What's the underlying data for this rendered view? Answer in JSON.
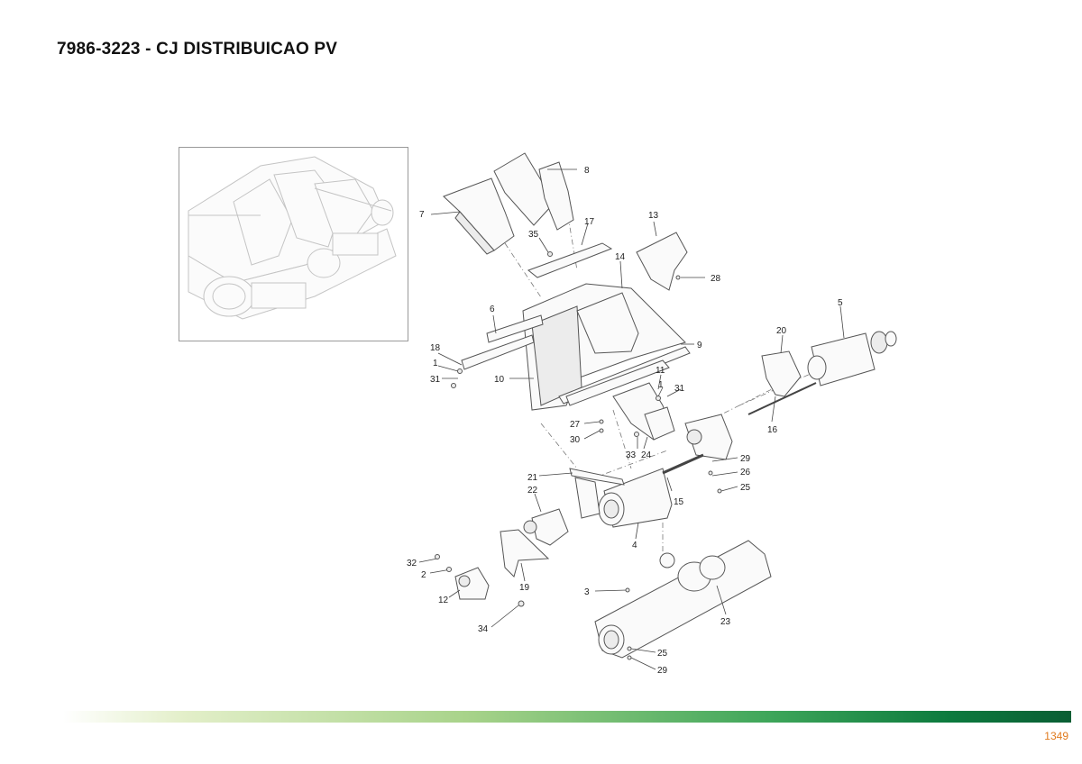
{
  "page": {
    "title": "7986-3223 - CJ DISTRIBUICAO PV",
    "page_number": "1349"
  },
  "callouts": [
    {
      "label": "8"
    },
    {
      "label": "7"
    },
    {
      "label": "17"
    },
    {
      "label": "35"
    },
    {
      "label": "13"
    },
    {
      "label": "14"
    },
    {
      "label": "28"
    },
    {
      "label": "6"
    },
    {
      "label": "5"
    },
    {
      "label": "20"
    },
    {
      "label": "18"
    },
    {
      "label": "9"
    },
    {
      "label": "1"
    },
    {
      "label": "31"
    },
    {
      "label": "10"
    },
    {
      "label": "11"
    },
    {
      "label": "1"
    },
    {
      "label": "31"
    },
    {
      "label": "16"
    },
    {
      "label": "27"
    },
    {
      "label": "30"
    },
    {
      "label": "33"
    },
    {
      "label": "24"
    },
    {
      "label": "29"
    },
    {
      "label": "26"
    },
    {
      "label": "25"
    },
    {
      "label": "21"
    },
    {
      "label": "22"
    },
    {
      "label": "15"
    },
    {
      "label": "4"
    },
    {
      "label": "32"
    },
    {
      "label": "2"
    },
    {
      "label": "19"
    },
    {
      "label": "12"
    },
    {
      "label": "3"
    },
    {
      "label": "23"
    },
    {
      "label": "34"
    },
    {
      "label": "25"
    },
    {
      "label": "29"
    }
  ],
  "colors": {
    "page_number": "#e07b1f",
    "footer_gradient_end": "#0a5e34"
  }
}
